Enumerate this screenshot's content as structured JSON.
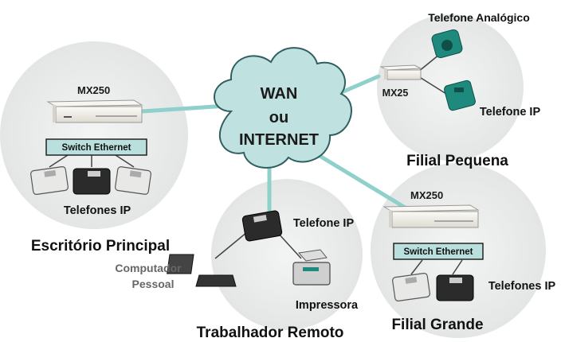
{
  "cloud": {
    "line1": "WAN",
    "line2": "ou",
    "line3": "INTERNET"
  },
  "main_office": {
    "device": "MX250",
    "switch": "Switch Ethernet",
    "phones_label": "Telefones IP",
    "site_label": "Escritório Principal"
  },
  "small_branch": {
    "device": "MX25",
    "analog_phone_label": "Telefone Analógico",
    "ip_phone_label": "Telefone IP",
    "site_label": "Filial Pequena"
  },
  "large_branch": {
    "device": "MX250",
    "switch": "Switch Ethernet",
    "phones_label": "Telefones IP",
    "site_label": "Filial Grande"
  },
  "remote_worker": {
    "phone_label": "Telefone IP",
    "pc_label_1": "Computador",
    "pc_label_2": "Pessoal",
    "printer_label": "Impressora",
    "site_label": "Trabalhador Remoto"
  },
  "colors": {
    "site_bg": "#e8ebea",
    "cloud_fill": "#bfe2e0",
    "cloud_stroke": "#2f5f5e",
    "link": "#8fd0cb",
    "switch_fill": "#b9e0dc",
    "analog_phone": "#1e8a7e"
  }
}
